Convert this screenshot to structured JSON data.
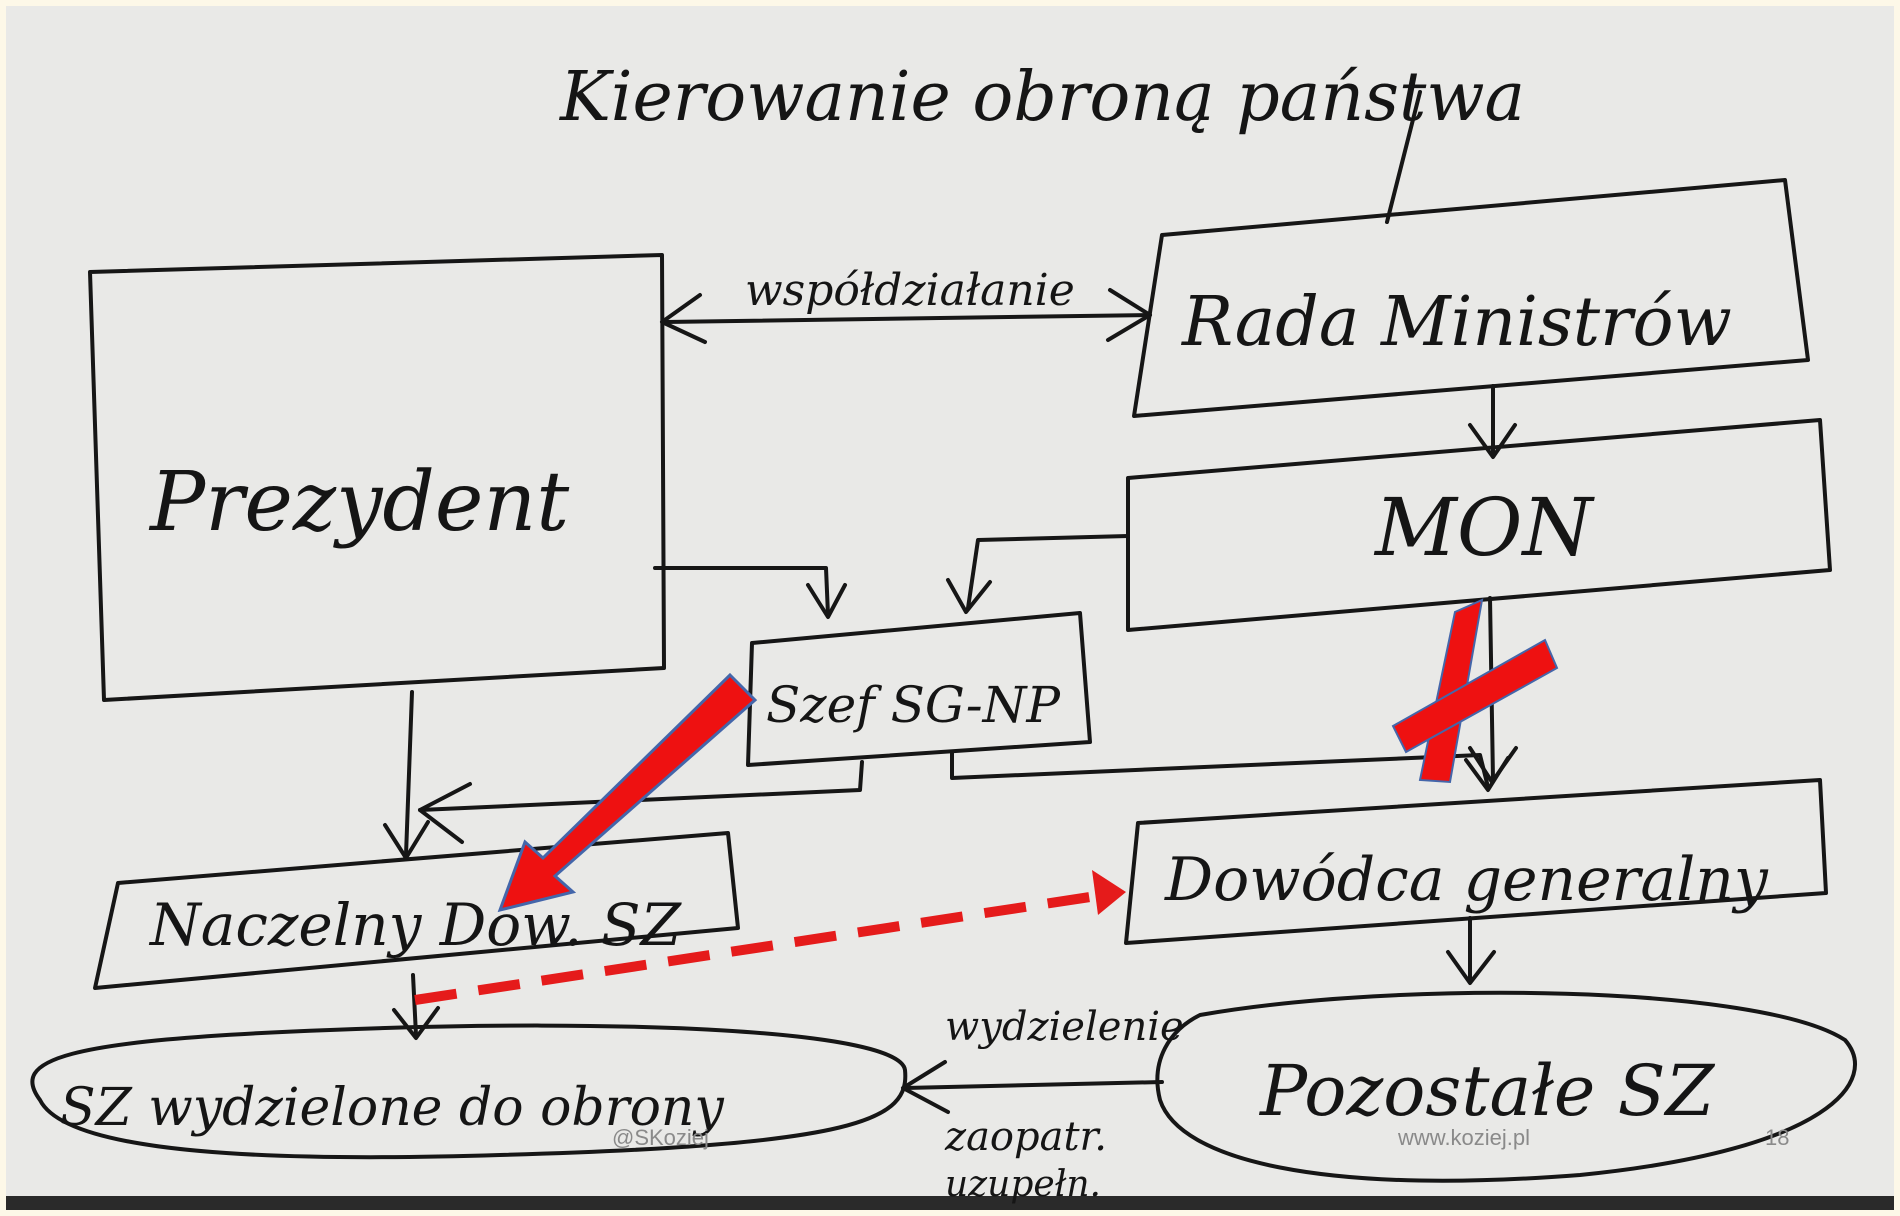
{
  "title": "Kierowanie obroną państwa",
  "nodes": {
    "prezydent": "Prezydent",
    "rada_ministrow": "Rada Ministrów",
    "mon": "MON",
    "szef_sg": "Szef SG-NP",
    "naczelny_dow": "Naczelny Dow. SZ",
    "dowodca_generalny": "Dowódca generalny",
    "sz_wydzielone": "SZ wydzielone do obrony",
    "pozostale_sz": "Pozostałe SZ"
  },
  "edges": {
    "wspoldzialanie": "współdziałanie",
    "wydzielenie": "wydzielenie",
    "zaopatrzenie_line1": "zaopatr.",
    "zaopatrzenie_line2": "uzupełn."
  },
  "annotations": {
    "red_arrow_color": "#ee1111",
    "red_cross_color": "#ee1111",
    "dashed_arrow_color": "#e51b1b"
  },
  "footer": {
    "author": "@SKoziej",
    "website": "www.koziej.pl",
    "page_number": "18"
  }
}
